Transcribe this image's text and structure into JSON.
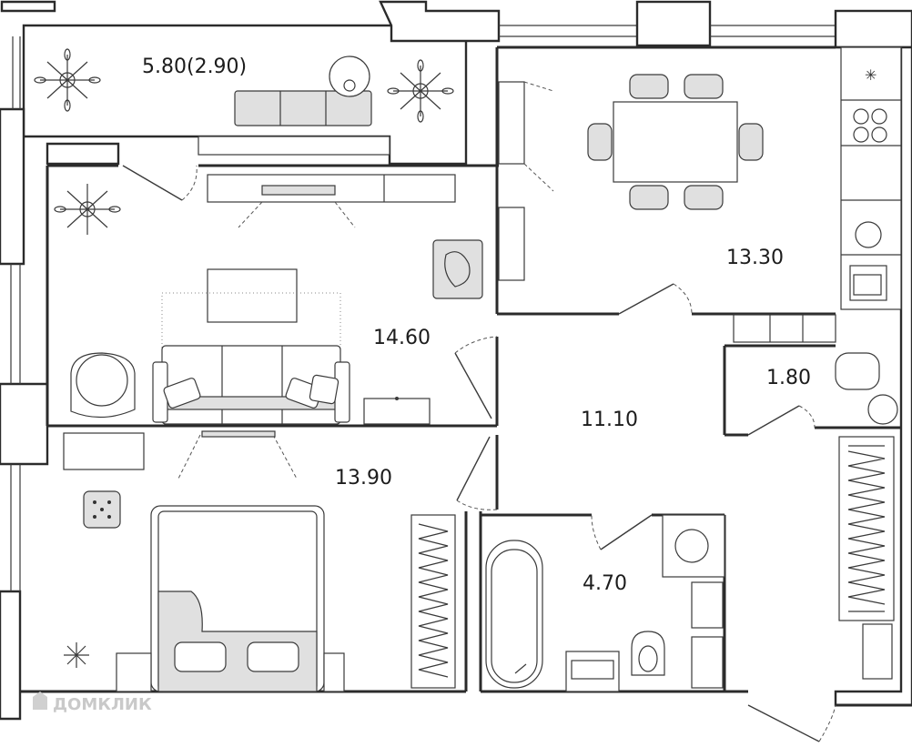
{
  "rooms": [
    {
      "id": "balcony",
      "area": "5.80(2.90)"
    },
    {
      "id": "kitchen",
      "area": "13.30"
    },
    {
      "id": "living",
      "area": "14.60"
    },
    {
      "id": "hall",
      "area": "11.10"
    },
    {
      "id": "wc",
      "area": "1.80"
    },
    {
      "id": "bedroom",
      "area": "13.90"
    },
    {
      "id": "bathroom",
      "area": "4.70"
    }
  ],
  "watermark": "ДОМКЛИК",
  "colors": {
    "wall": "#2b2b2b",
    "furniture_fill": "#e0e0e0",
    "background": "#ffffff",
    "watermark": "#c9c9c9"
  }
}
